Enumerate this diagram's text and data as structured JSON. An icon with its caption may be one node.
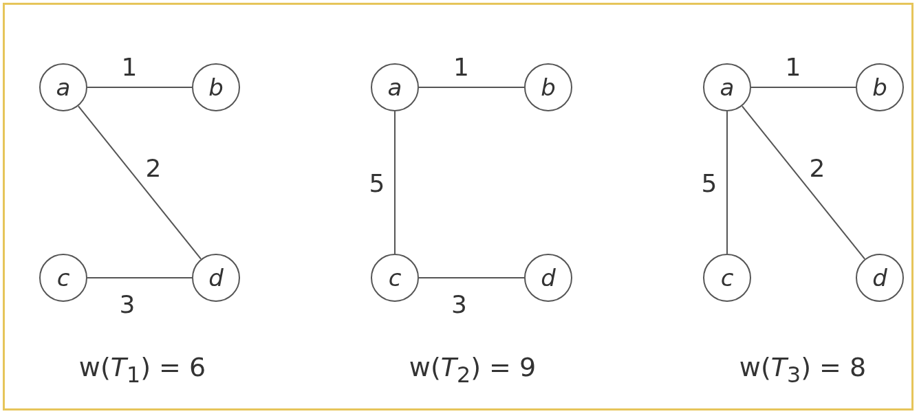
{
  "diagram": {
    "nodes": [
      {
        "text": [
          "a"
        ]
      },
      {
        "text": [
          "b"
        ]
      },
      {
        "text": [
          "c"
        ]
      },
      {
        "text": [
          "d"
        ]
      },
      {
        "text": [
          "a"
        ]
      },
      {
        "text": [
          "b"
        ]
      },
      {
        "text": [
          "c"
        ]
      },
      {
        "text": [
          "d"
        ]
      },
      {
        "text": [
          "a"
        ]
      },
      {
        "text": [
          "b"
        ]
      },
      {
        "text": [
          "c"
        ]
      },
      {
        "text": [
          "d"
        ]
      }
    ],
    "edges": [
      {
        "from": 0,
        "to": 1,
        "arrow": "none",
        "label": "1"
      },
      {
        "from": 0,
        "to": 3,
        "arrow": "none",
        "label": "2"
      },
      {
        "from": 2,
        "to": 3,
        "arrow": "none",
        "label": "3"
      },
      {
        "from": 4,
        "to": 5,
        "arrow": "none",
        "label": "1"
      },
      {
        "from": 4,
        "to": 6,
        "arrow": "none",
        "label": "5"
      },
      {
        "from": 6,
        "to": 7,
        "arrow": "none",
        "label": "3"
      },
      {
        "from": 8,
        "to": 9,
        "arrow": "none",
        "label": "1"
      },
      {
        "from": 8,
        "to": 10,
        "arrow": "none",
        "label": "5"
      },
      {
        "from": 8,
        "to": 11,
        "arrow": "none",
        "label": "2"
      }
    ],
    "labels": [
      "w(*T*$_{1}$) = 6",
      "w(*T*$_{2}$) = 9",
      "w(*T*$_{3}$) = 8"
    ]
  }
}
